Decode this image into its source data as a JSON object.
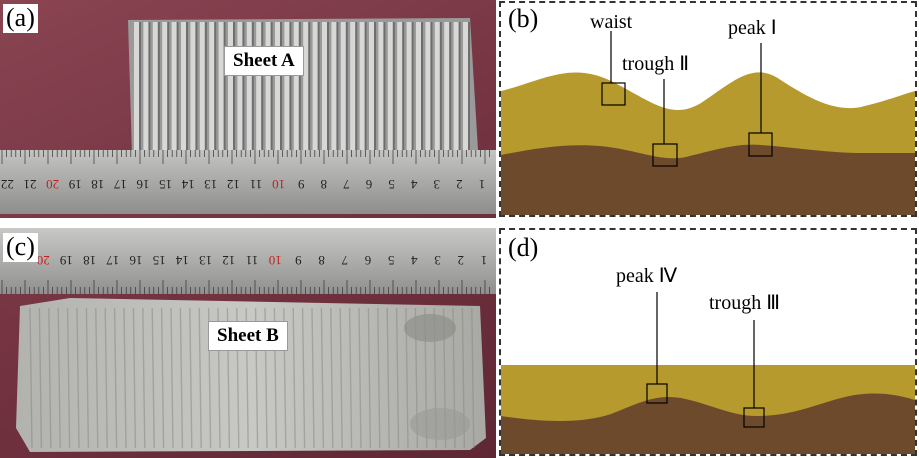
{
  "panels": {
    "a": {
      "label": "(a)",
      "sheet_label": "Sheet A"
    },
    "b": {
      "label": "(b)",
      "annotations": {
        "waist": "waist",
        "trough2": "trough Ⅱ",
        "peak1": "peak Ⅰ"
      }
    },
    "c": {
      "label": "(c)",
      "sheet_label": "Sheet B"
    },
    "d": {
      "label": "(d)",
      "annotations": {
        "peak4": "peak Ⅳ",
        "trough3": "trough Ⅲ"
      }
    }
  },
  "ruler_a_numbers": [
    "1",
    "2",
    "3",
    "4",
    "5",
    "6",
    "7",
    "8",
    "9",
    "10",
    "11",
    "12",
    "13",
    "14",
    "15",
    "16",
    "17",
    "18",
    "19",
    "20",
    "21",
    "22"
  ],
  "ruler_c_numbers": [
    "1",
    "2",
    "3",
    "4",
    "5",
    "6",
    "7",
    "8",
    "9",
    "10",
    "11",
    "12",
    "13",
    "14",
    "15",
    "16",
    "17",
    "18",
    "19",
    "20"
  ],
  "colors": {
    "background_photo": "#7a3644",
    "ruler": "#a8a8a6",
    "metal": "#b8b8b8",
    "top_layer": "#b79a2d",
    "bottom_layer": "#6e4a2c"
  }
}
